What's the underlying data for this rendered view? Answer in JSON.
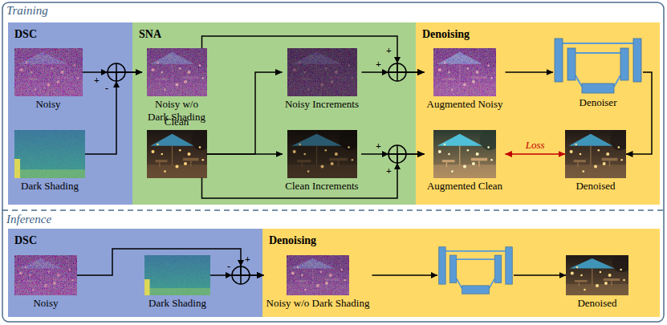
{
  "diagram": {
    "nodes": [
      {
        "text": [
          "Training"
        ]
      },
      {
        "text": [
          "DSC"
        ],
        "in": 0
      },
      {
        "text": [
          "Noisy"
        ],
        "in": 1
      },
      {
        "text": [
          "Dark Shading"
        ],
        "in": 1
      },
      {
        "text": [
          "SNA"
        ],
        "in": 0
      },
      {
        "text": [
          "Noisy w/o Dark Shading"
        ],
        "in": 4
      },
      {
        "text": [
          "Noisy Increments"
        ],
        "in": 4
      },
      {
        "text": [
          "Clean"
        ],
        "in": 4
      },
      {
        "text": [
          "Clean Increments"
        ],
        "in": 4
      },
      {
        "text": [
          "Denoising"
        ],
        "in": 0
      },
      {
        "text": [
          "Augmented Noisy"
        ],
        "in": 9
      },
      {
        "text": [
          "Denoiser"
        ],
        "in": 9
      },
      {
        "text": [
          "Augmented Clean"
        ],
        "in": 9
      },
      {
        "text": [
          "Denoised"
        ],
        "in": 9
      },
      {
        "text": [
          "Inference"
        ]
      },
      {
        "text": [
          "DSC"
        ],
        "in": 14
      },
      {
        "text": [
          "Noisy"
        ],
        "in": 15
      },
      {
        "text": [
          "Dark Shading"
        ],
        "in": 15
      },
      {
        "text": [
          "Denoising"
        ],
        "in": 14
      },
      {
        "text": [
          "Noisy w/o Dark Shading"
        ],
        "in": 18
      },
      {
        "text": [
          "Denoised"
        ],
        "in": 18
      }
    ],
    "edges": [
      {
        "from": 2,
        "to": 5,
        "arrow": "to"
      },
      {
        "from": 3,
        "to": 5,
        "arrow": "to"
      },
      {
        "from": 5,
        "to": 10,
        "arrow": "to"
      },
      {
        "from": 6,
        "to": 10,
        "arrow": "to"
      },
      {
        "from": 7,
        "to": 6,
        "arrow": "to"
      },
      {
        "from": 7,
        "to": 8,
        "arrow": "to"
      },
      {
        "from": 8,
        "to": 12,
        "arrow": "to"
      },
      {
        "from": 7,
        "to": 12,
        "arrow": "to"
      },
      {
        "from": 10,
        "to": 11,
        "arrow": "to"
      },
      {
        "from": 11,
        "to": 13,
        "arrow": "to"
      },
      {
        "from": 12,
        "to": 13,
        "label": "Loss",
        "arrow": "both"
      },
      {
        "from": 16,
        "to": 19,
        "arrow": "to"
      },
      {
        "from": 17,
        "to": 19,
        "arrow": "to"
      },
      {
        "from": 19,
        "to": 20,
        "arrow": "to"
      }
    ],
    "labels": [
      "+",
      "-",
      "+",
      "+",
      "+",
      "+",
      "+",
      "-"
    ]
  }
}
